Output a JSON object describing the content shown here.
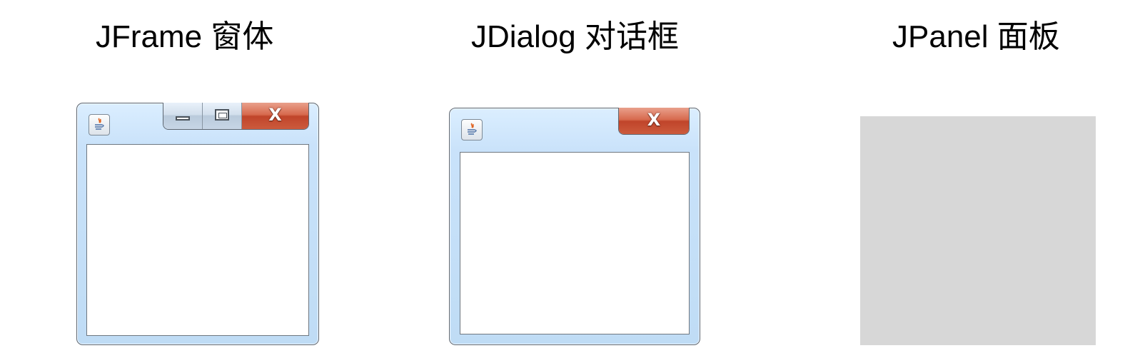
{
  "captions": {
    "frame": "JFrame 窗体",
    "dialog": "JDialog 对话框",
    "panel": "JPanel 面板"
  },
  "jframe": {
    "icon": "java-app-icon",
    "buttons": [
      "minimize",
      "maximize",
      "close"
    ],
    "close_label": "X"
  },
  "jdialog": {
    "icon": "java-app-icon",
    "buttons": [
      "close"
    ],
    "close_label": "X"
  },
  "jpanel": {
    "fill_color": "#d7d7d7"
  },
  "colors": {
    "title_bar": "#c9e2fa",
    "close_button": "#d05a3c",
    "content": "#ffffff"
  }
}
